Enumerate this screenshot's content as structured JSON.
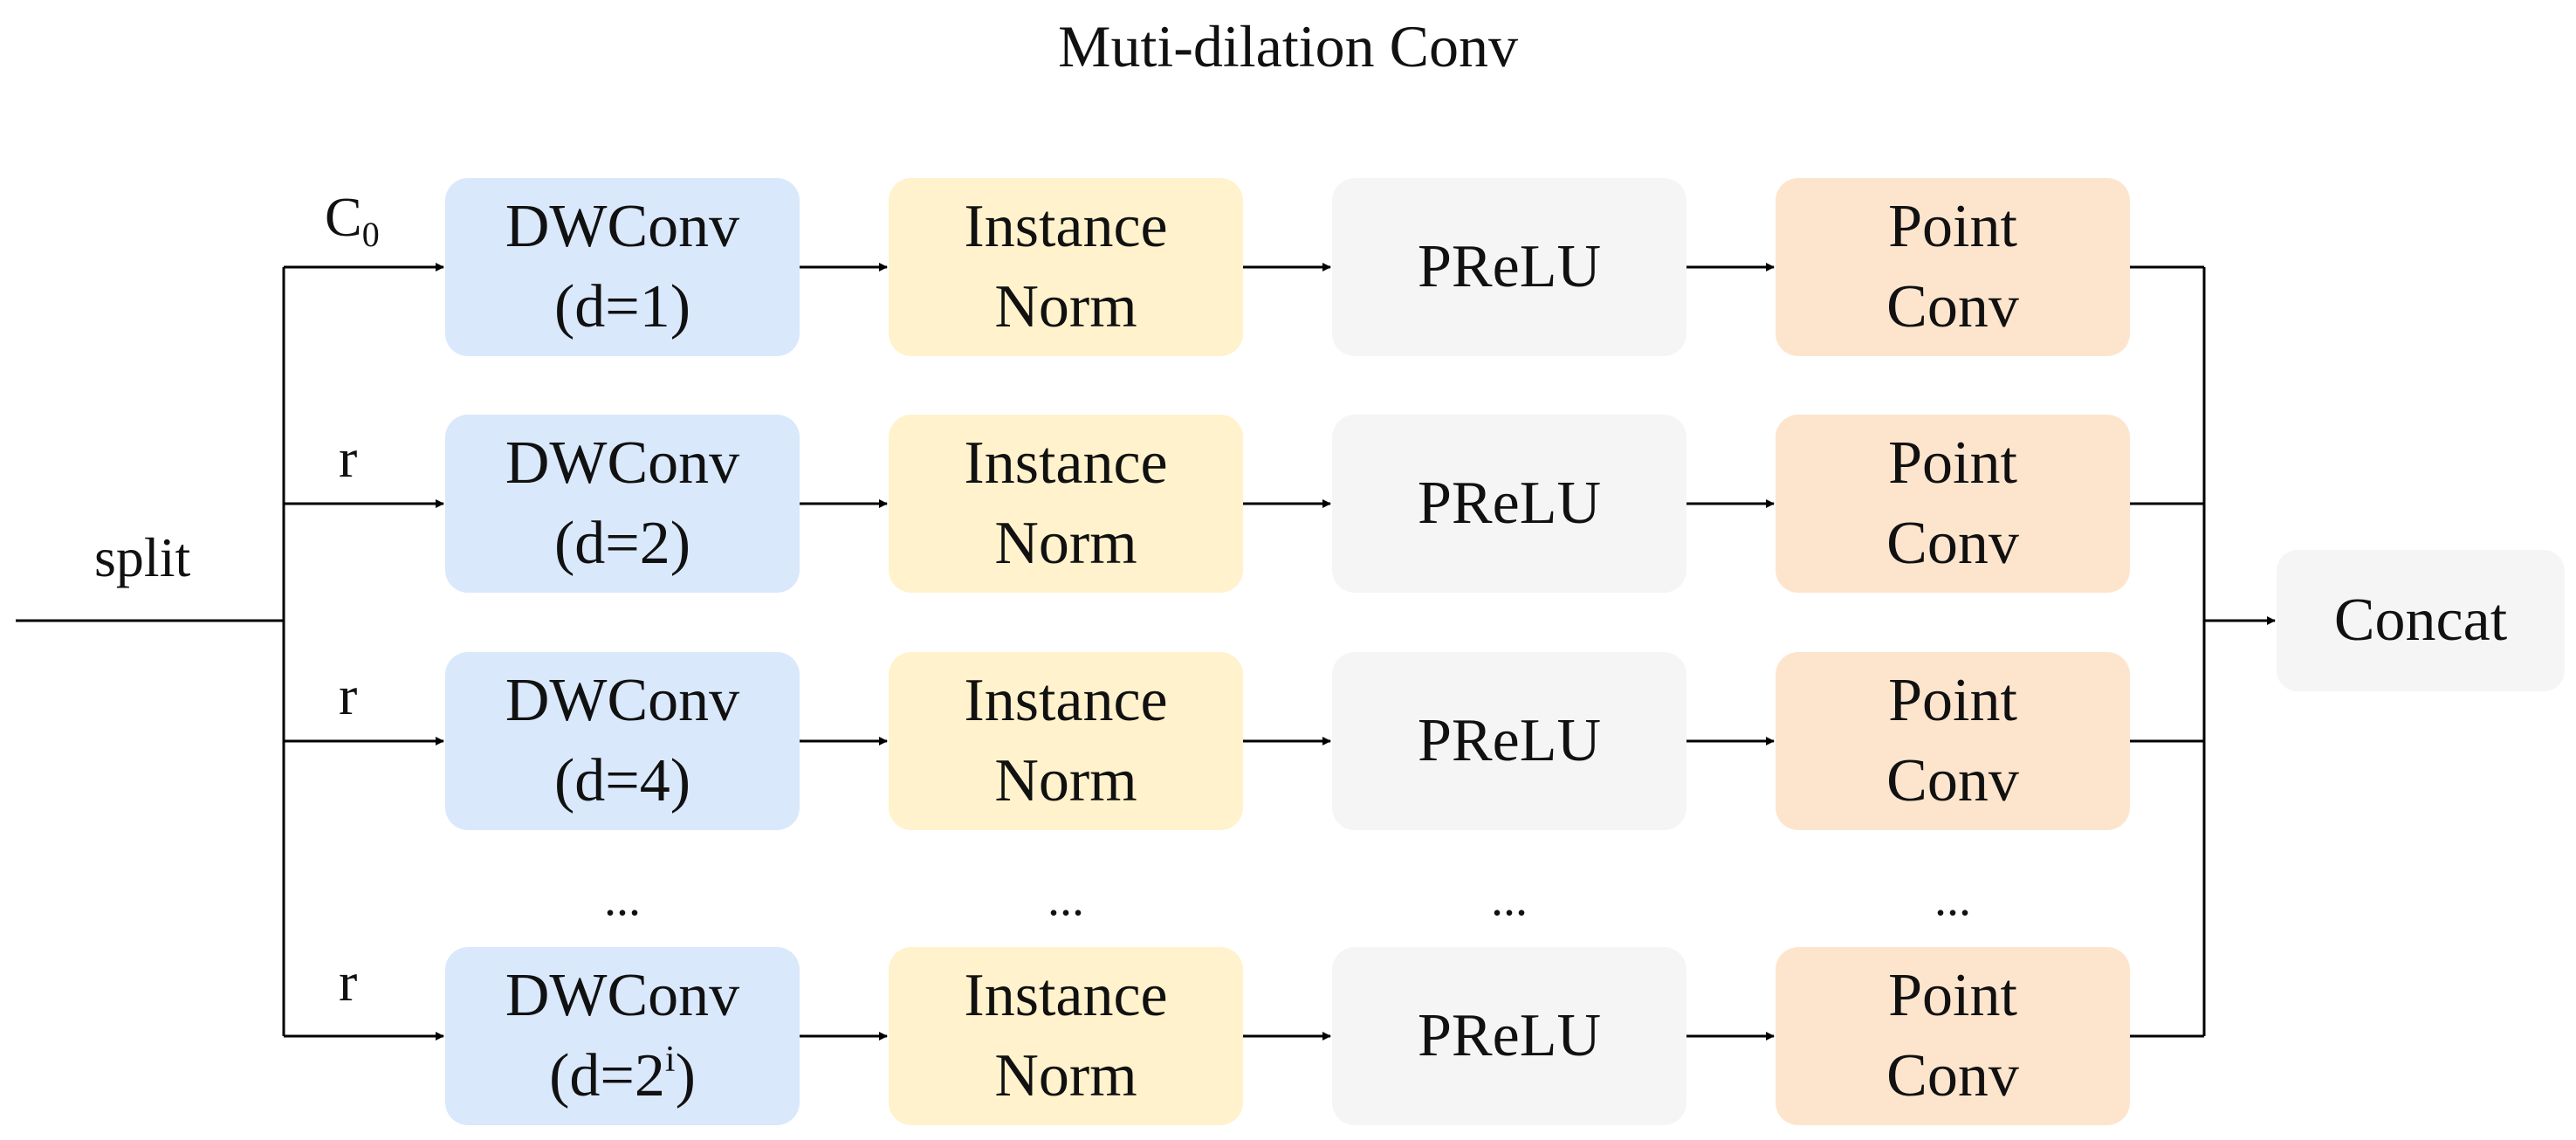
{
  "title": "Muti-dilation Conv",
  "split_label": "split",
  "concat_label": "Concat",
  "ellipsis": "...",
  "branches": [
    {
      "channel_label": "C",
      "channel_subscript": "0",
      "dwconv": {
        "line1": "DWConv",
        "line2": "(d=1)"
      },
      "norm": {
        "line1": "Instance",
        "line2": "Norm"
      },
      "act": "PReLU",
      "pointconv": {
        "line1": "Point",
        "line2": "Conv"
      }
    },
    {
      "channel_label": "r",
      "dwconv": {
        "line1": "DWConv",
        "line2": "(d=2)"
      },
      "norm": {
        "line1": "Instance",
        "line2": "Norm"
      },
      "act": "PReLU",
      "pointconv": {
        "line1": "Point",
        "line2": "Conv"
      }
    },
    {
      "channel_label": "r",
      "dwconv": {
        "line1": "DWConv",
        "line2": "(d=4)"
      },
      "norm": {
        "line1": "Instance",
        "line2": "Norm"
      },
      "act": "PReLU",
      "pointconv": {
        "line1": "Point",
        "line2": "Conv"
      }
    },
    {
      "channel_label": "r",
      "dwconv": {
        "line1": "DWConv",
        "line2_prefix": "(d=2",
        "line2_sup": "i",
        "line2_suffix": ")"
      },
      "norm": {
        "line1": "Instance",
        "line2": "Norm"
      },
      "act": "PReLU",
      "pointconv": {
        "line1": "Point",
        "line2": "Conv"
      }
    }
  ],
  "colors": {
    "dwconv": "#dae8fc",
    "norm": "#fff2cc",
    "act": "#f5f5f5",
    "pointconv": "#fde5cd",
    "concat": "#f5f5f5",
    "line": "#000000"
  }
}
